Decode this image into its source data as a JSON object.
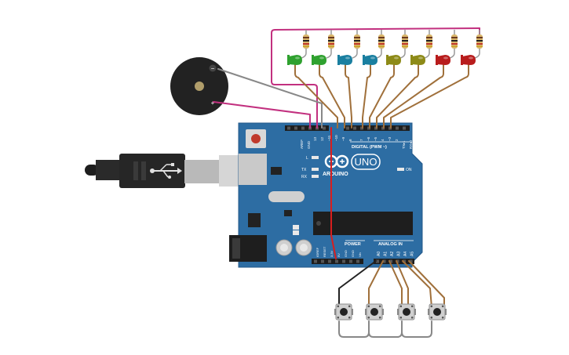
{
  "board": {
    "brand": "ARDUINO",
    "model": "UNO",
    "digital_label": "DIGITAL (PWM ~)",
    "power_label": "POWER",
    "analog_label": "ANALOG IN",
    "on_label": "ON",
    "l_label": "L",
    "tx_label": "TX",
    "rx_label": "RX",
    "aref_label": "AREF",
    "gnd_label": "GND",
    "digital_pins": [
      "13",
      "12",
      "~11",
      "~10",
      "~9",
      "8",
      "7",
      "~6",
      "~5",
      "4",
      "~3",
      "2",
      "TX▸1",
      "RX◂0"
    ],
    "power_pins": [
      "IOREF",
      "RESET",
      "3.3V",
      "5V",
      "GND",
      "GND",
      "Vin"
    ],
    "analog_pins": [
      "A0",
      "A1",
      "A2",
      "A3",
      "A4",
      "A5"
    ]
  },
  "buzzer": {
    "minus": "−",
    "plus": "+"
  },
  "colors": {
    "board": "#2d6da3",
    "wire_magenta": "#c2307f",
    "wire_brown": "#a0703b",
    "wire_gray": "#888888",
    "wire_red": "#d81e1e",
    "wire_black": "#222222",
    "led_green": "#2fa12f",
    "led_teal": "#1a7fa0",
    "led_olive": "#8d8a17",
    "led_red": "#b81c1c"
  },
  "leds": [
    "green",
    "green",
    "teal",
    "teal",
    "olive",
    "olive",
    "red",
    "red"
  ],
  "buttons": 4
}
